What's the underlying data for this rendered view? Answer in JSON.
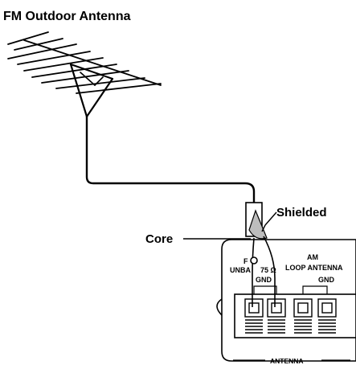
{
  "title": "FM Outdoor Antenna",
  "callouts": {
    "core": "Core",
    "shielded": "Shielded"
  },
  "panel": {
    "fm_label_partial": "F",
    "unbal_label_partial": "UNBA",
    "ohm_label": "75 Ω",
    "fm_gnd": "GND",
    "am_label": "AM",
    "loop_antenna": "LOOP ANTENNA",
    "am_gnd": "GND",
    "footer": "ANTENNA"
  },
  "colors": {
    "ink": "#000000",
    "cable_core_fill": "#bdbdbd",
    "background": "#ffffff"
  }
}
